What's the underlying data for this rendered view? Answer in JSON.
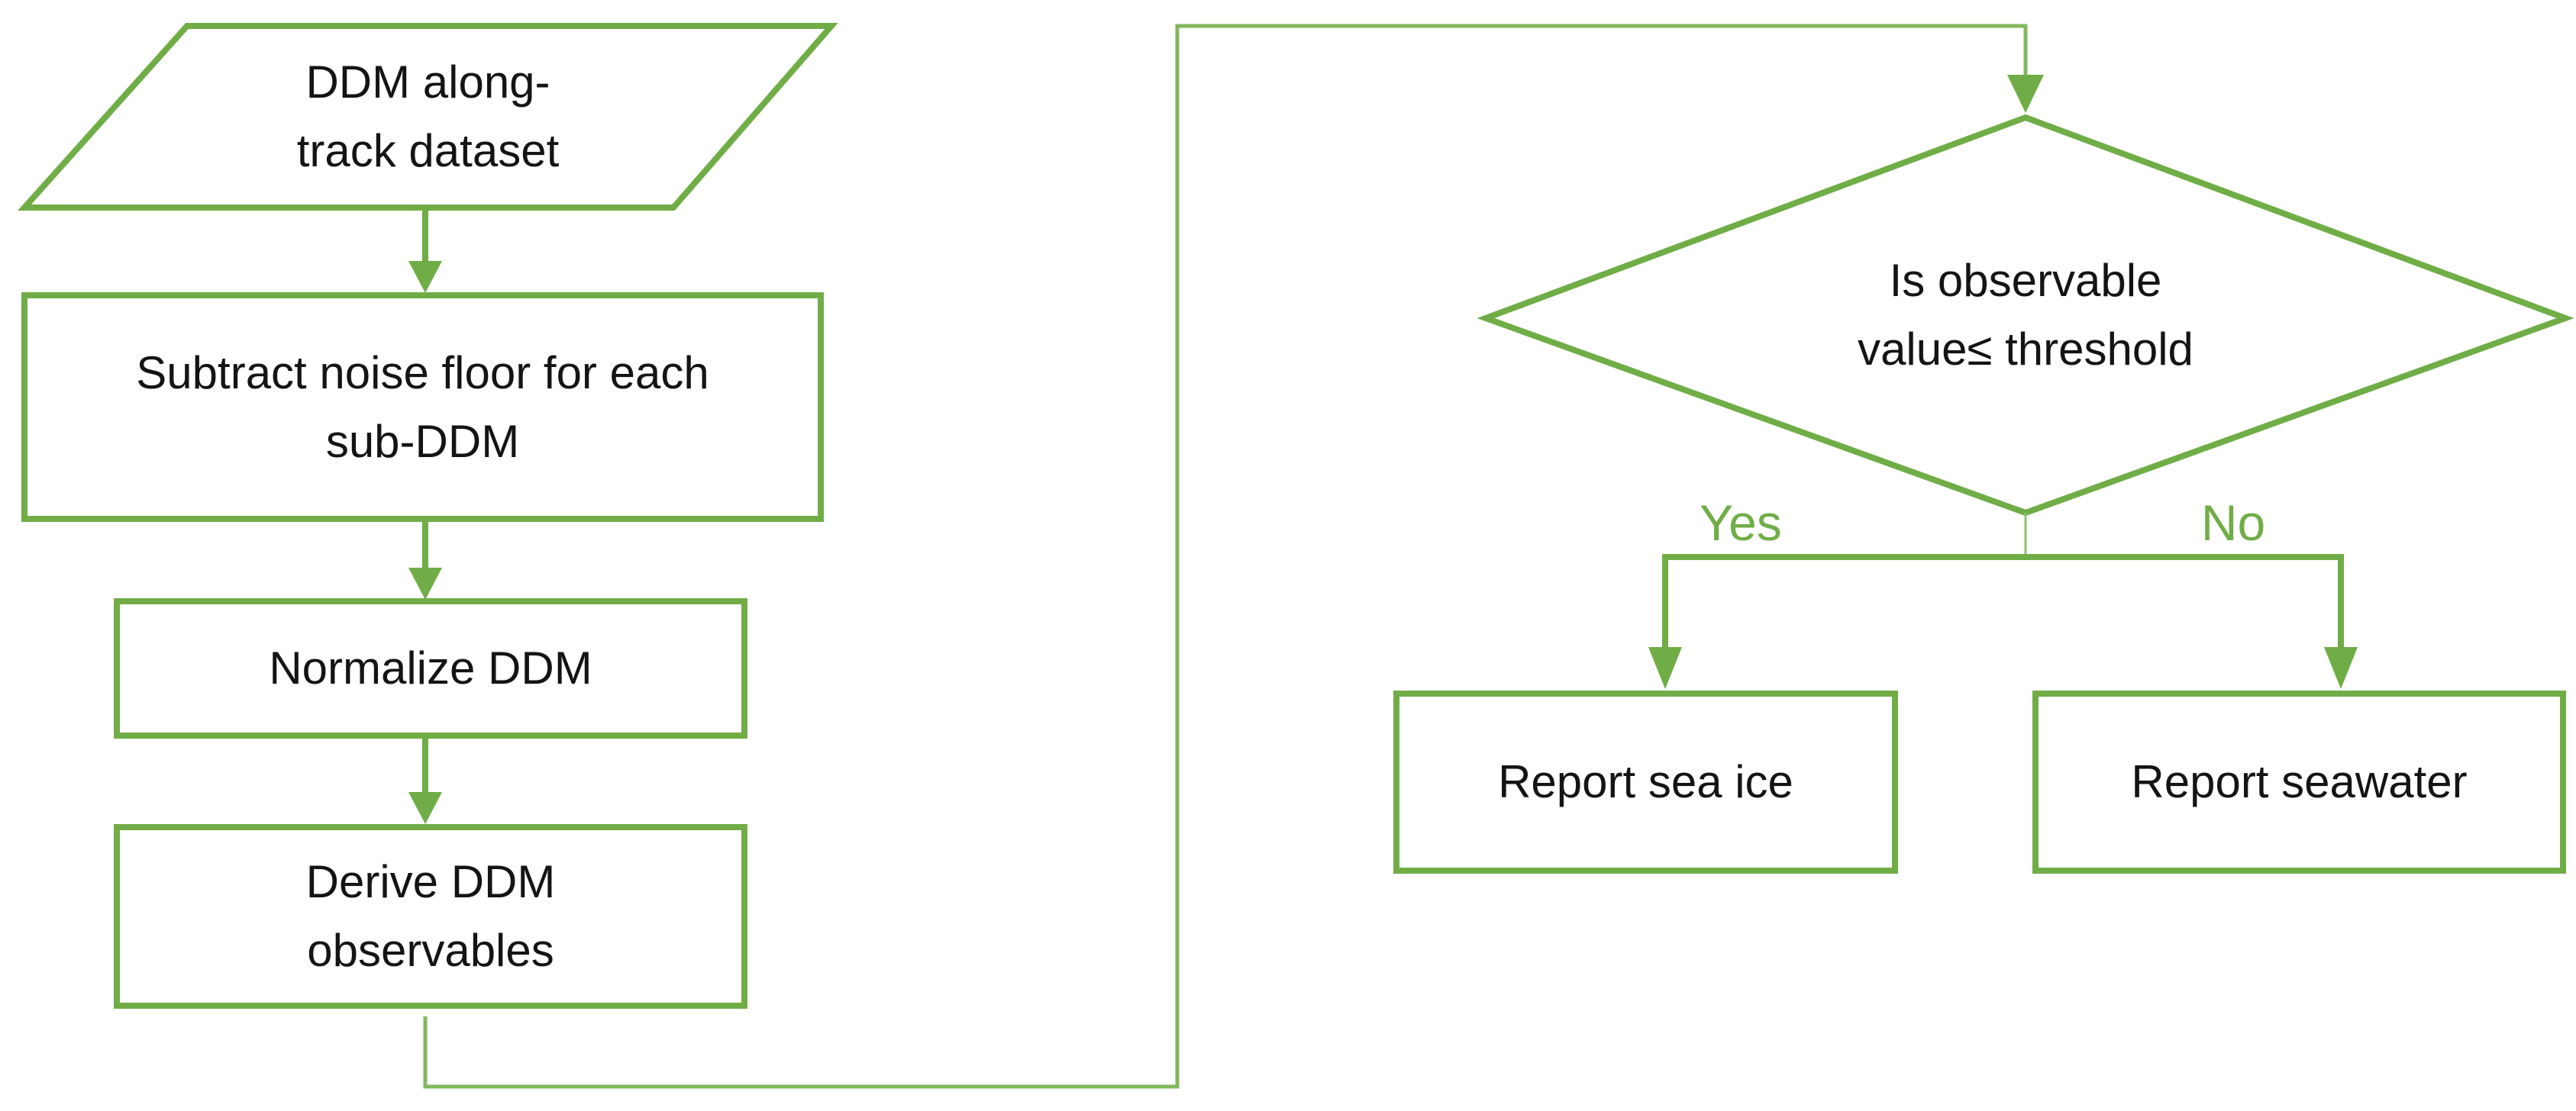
{
  "colors": {
    "shape_stroke_green": "#70AD47",
    "connector_green": "#82B85C",
    "edge_label_green": "#70AD47",
    "text_black": "#141414",
    "background": "#FFFFFF"
  },
  "nodes": {
    "input": {
      "shape": "parallelogram",
      "lines": [
        "DDM along-",
        "track dataset"
      ]
    },
    "subtract_noise": {
      "shape": "rectangle",
      "lines": [
        "Subtract noise floor for each",
        "sub-DDM"
      ]
    },
    "normalize": {
      "shape": "rectangle",
      "lines": [
        "Normalize DDM"
      ]
    },
    "derive": {
      "shape": "rectangle",
      "lines": [
        "Derive DDM",
        "observables"
      ]
    },
    "decision": {
      "shape": "diamond",
      "lines": [
        "Is observable",
        "value≤ threshold"
      ]
    },
    "report_sea_ice": {
      "shape": "rectangle",
      "lines": [
        "Report sea ice"
      ]
    },
    "report_seawater": {
      "shape": "rectangle",
      "lines": [
        "Report seawater"
      ]
    }
  },
  "edge_labels": {
    "yes": "Yes",
    "no": "No"
  }
}
